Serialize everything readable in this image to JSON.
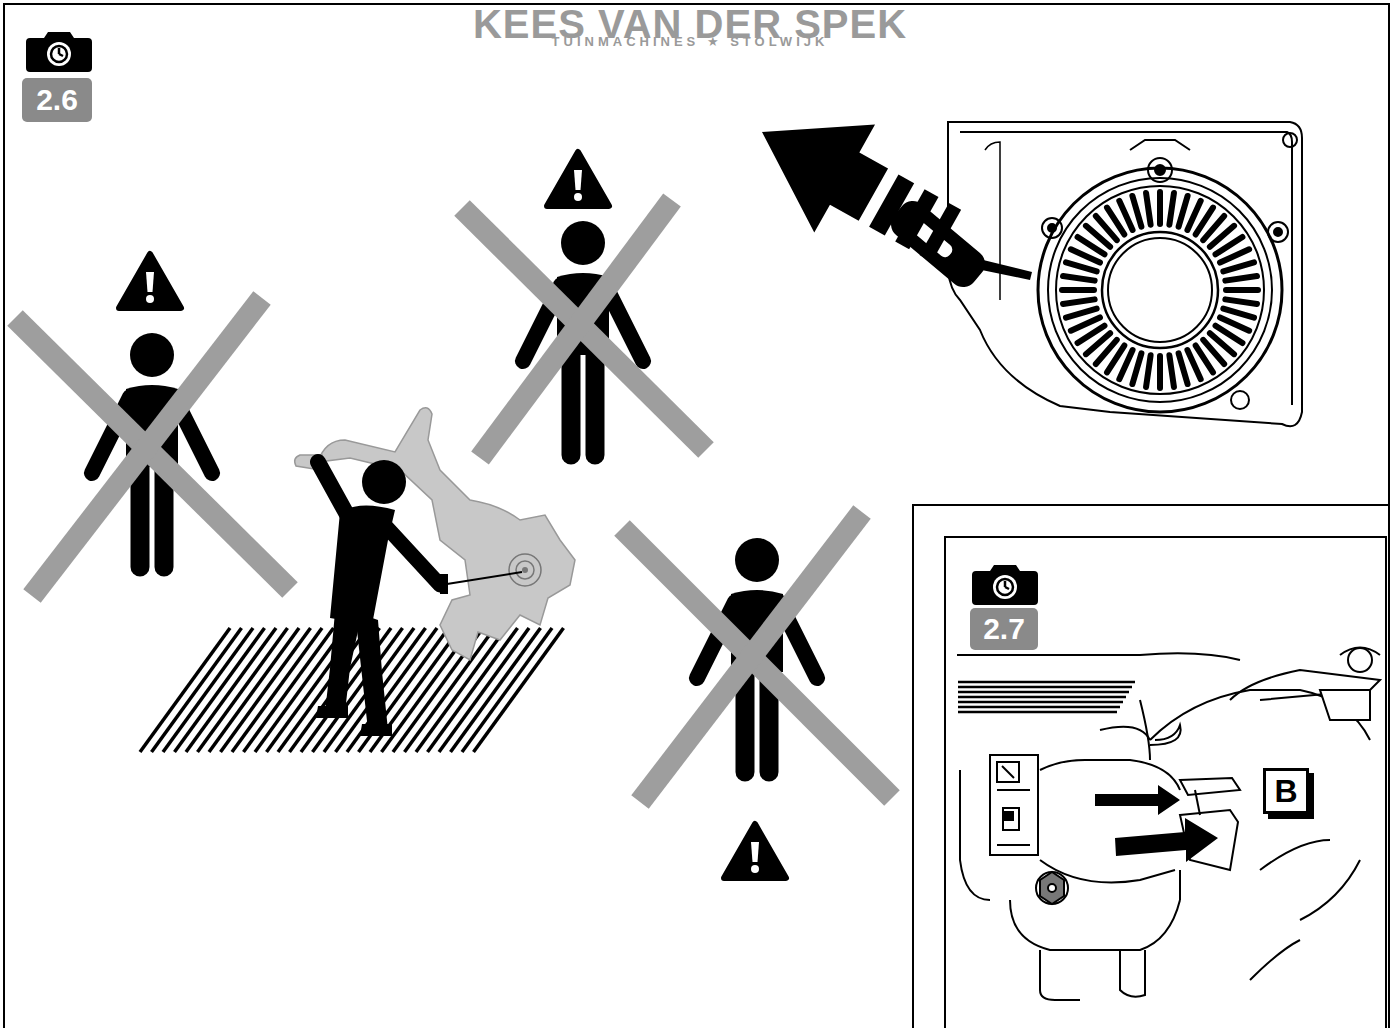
{
  "diagram": {
    "nodes": [
      {
        "text": [
          "2.6"
        ]
      },
      {
        "text": [
          "2.7"
        ]
      },
      {
        "text": [
          "B"
        ]
      }
    ],
    "labels": [
      "KEES VAN DER SPEK",
      "TUINMACHINES ★ STOLWIJK"
    ]
  }
}
